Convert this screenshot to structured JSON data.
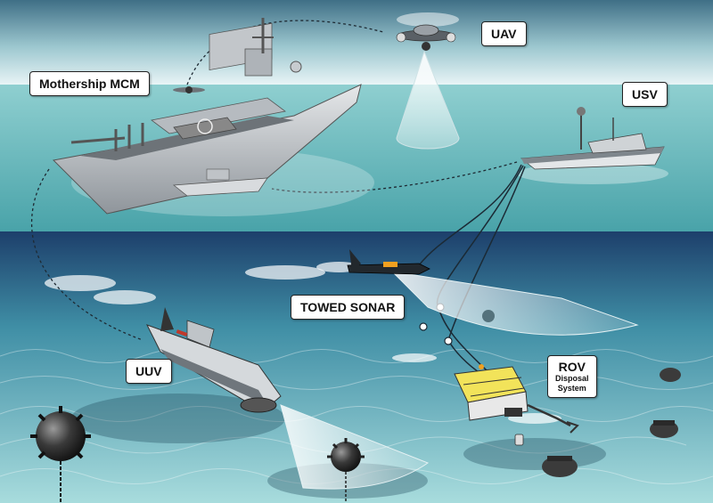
{
  "labels": {
    "mothership": "Mothership MCM",
    "uav": "UAV",
    "usv": "USV",
    "towed_sonar": "TOWED SONAR",
    "uuv": "UUV",
    "rov": "ROV",
    "rov_sub1": "Disposal",
    "rov_sub2": "System"
  },
  "colors": {
    "sky_top": "#3f6f86",
    "sky_bottom": "#e8f4f6",
    "sea_surface": "#5fb5b8",
    "underwater_top": "#1d3f6b",
    "underwater_bottom": "#9fd6d8",
    "hull": "#c9cdd1",
    "mine": "#3a3a3a",
    "rov_yellow": "#f2e35a"
  }
}
